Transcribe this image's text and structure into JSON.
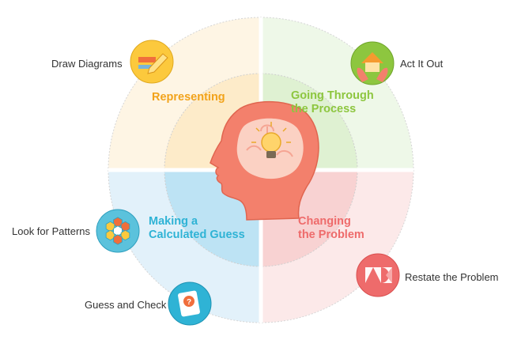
{
  "quadrants": [
    {
      "title_lines": [
        "Representing"
      ],
      "color": "#F2A31B"
    },
    {
      "title_lines": [
        "Going Through",
        "the Process"
      ],
      "color": "#8DC63F"
    },
    {
      "title_lines": [
        "Making a",
        "Calculated Guess"
      ],
      "color": "#2FB3D5"
    },
    {
      "title_lines": [
        "Changing",
        "the Problem"
      ],
      "color": "#EE6B6B"
    }
  ],
  "strategies": [
    {
      "label": "Draw Diagrams",
      "icon": "pencil-ruler-icon"
    },
    {
      "label": "Act It Out",
      "icon": "hands-house-icon"
    },
    {
      "label": "Look for Patterns",
      "icon": "hexagon-pattern-icon"
    },
    {
      "label": "Restate the Problem",
      "icon": "shapes-icon"
    },
    {
      "label": "Guess and Check",
      "icon": "question-card-icon"
    }
  ],
  "center_icon": "head-lightbulb-icon"
}
